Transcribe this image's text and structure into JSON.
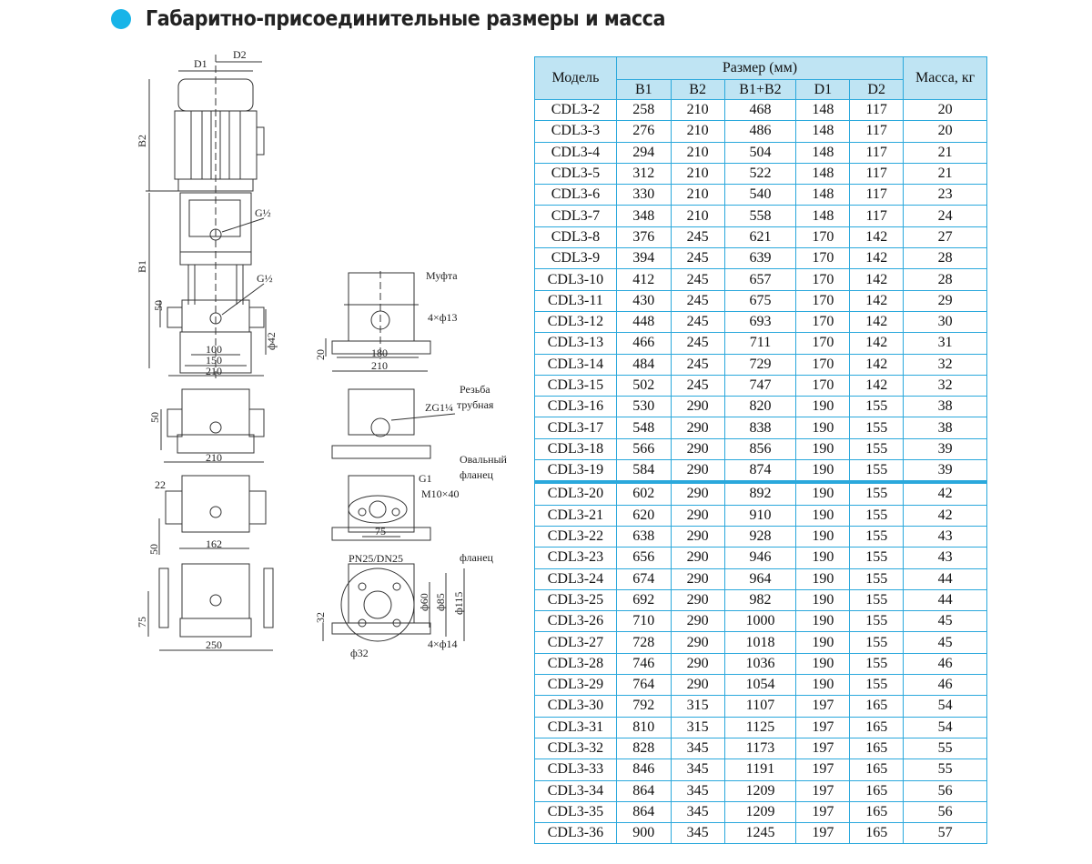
{
  "title": "Габаритно-присоединительные размеры и масса",
  "colors": {
    "accent": "#17b4e8",
    "table_border": "#2aa8dc",
    "header_bg": "#bfe4f3"
  },
  "drawing": {
    "labels": {
      "d1": "D1",
      "d2": "D2",
      "b2": "B2",
      "b1": "B1",
      "g_half_1": "G½",
      "g_half_2": "G½",
      "dim_50_a": "50",
      "dim_100": "100",
      "dim_150": "150",
      "dim_210_a": "210",
      "phi42": "ф42",
      "mufta": "Муфта",
      "holes_4x13": "4×ф13",
      "dim_20": "20",
      "dim_180": "180",
      "dim_210_b": "210",
      "dim_50_b": "50",
      "dim_210_c": "210",
      "rezba_1": "Резьба",
      "rezba_2": "трубная",
      "zg": "ZG1¼",
      "dim_22": "22",
      "dim_50_c": "50",
      "dim_162": "162",
      "oval_1": "Овальный",
      "oval_2": "фланец",
      "g1": "G1",
      "m10": "M10×40",
      "dim_75_a": "75",
      "dim_75_b": "75",
      "dim_250": "250",
      "pn": "PN25/DN25",
      "flanec": "фланец",
      "phi60": "ф60",
      "phi85": "ф85",
      "phi115": "ф115",
      "dim_32": "32",
      "phi32": "ф32",
      "holes_4x14": "4×ф14"
    }
  },
  "table": {
    "model_header": "Модель",
    "size_header": "Размер (мм)",
    "mass_header": "Масса, кг",
    "sub_headers": [
      "B1",
      "B2",
      "B1+B2",
      "D1",
      "D2"
    ],
    "rows": [
      [
        "CDL3-2",
        "258",
        "210",
        "468",
        "148",
        "117",
        "20"
      ],
      [
        "CDL3-3",
        "276",
        "210",
        "486",
        "148",
        "117",
        "20"
      ],
      [
        "CDL3-4",
        "294",
        "210",
        "504",
        "148",
        "117",
        "21"
      ],
      [
        "CDL3-5",
        "312",
        "210",
        "522",
        "148",
        "117",
        "21"
      ],
      [
        "CDL3-6",
        "330",
        "210",
        "540",
        "148",
        "117",
        "23"
      ],
      [
        "CDL3-7",
        "348",
        "210",
        "558",
        "148",
        "117",
        "24"
      ],
      [
        "CDL3-8",
        "376",
        "245",
        "621",
        "170",
        "142",
        "27"
      ],
      [
        "CDL3-9",
        "394",
        "245",
        "639",
        "170",
        "142",
        "28"
      ],
      [
        "CDL3-10",
        "412",
        "245",
        "657",
        "170",
        "142",
        "28"
      ],
      [
        "CDL3-11",
        "430",
        "245",
        "675",
        "170",
        "142",
        "29"
      ],
      [
        "CDL3-12",
        "448",
        "245",
        "693",
        "170",
        "142",
        "30"
      ],
      [
        "CDL3-13",
        "466",
        "245",
        "711",
        "170",
        "142",
        "31"
      ],
      [
        "CDL3-14",
        "484",
        "245",
        "729",
        "170",
        "142",
        "32"
      ],
      [
        "CDL3-15",
        "502",
        "245",
        "747",
        "170",
        "142",
        "32"
      ],
      [
        "CDL3-16",
        "530",
        "290",
        "820",
        "190",
        "155",
        "38"
      ],
      [
        "CDL3-17",
        "548",
        "290",
        "838",
        "190",
        "155",
        "38"
      ],
      [
        "CDL3-18",
        "566",
        "290",
        "856",
        "190",
        "155",
        "39"
      ],
      [
        "CDL3-19",
        "584",
        "290",
        "874",
        "190",
        "155",
        "39"
      ],
      [
        "CDL3-20",
        "602",
        "290",
        "892",
        "190",
        "155",
        "42"
      ],
      [
        "CDL3-21",
        "620",
        "290",
        "910",
        "190",
        "155",
        "42"
      ],
      [
        "CDL3-22",
        "638",
        "290",
        "928",
        "190",
        "155",
        "43"
      ],
      [
        "CDL3-23",
        "656",
        "290",
        "946",
        "190",
        "155",
        "43"
      ],
      [
        "CDL3-24",
        "674",
        "290",
        "964",
        "190",
        "155",
        "44"
      ],
      [
        "CDL3-25",
        "692",
        "290",
        "982",
        "190",
        "155",
        "44"
      ],
      [
        "CDL3-26",
        "710",
        "290",
        "1000",
        "190",
        "155",
        "45"
      ],
      [
        "CDL3-27",
        "728",
        "290",
        "1018",
        "190",
        "155",
        "45"
      ],
      [
        "CDL3-28",
        "746",
        "290",
        "1036",
        "190",
        "155",
        "46"
      ],
      [
        "CDL3-29",
        "764",
        "290",
        "1054",
        "190",
        "155",
        "46"
      ],
      [
        "CDL3-30",
        "792",
        "315",
        "1107",
        "197",
        "165",
        "54"
      ],
      [
        "CDL3-31",
        "810",
        "315",
        "1125",
        "197",
        "165",
        "54"
      ],
      [
        "CDL3-32",
        "828",
        "345",
        "1173",
        "197",
        "165",
        "55"
      ],
      [
        "CDL3-33",
        "846",
        "345",
        "1191",
        "197",
        "165",
        "55"
      ],
      [
        "CDL3-34",
        "864",
        "345",
        "1209",
        "197",
        "165",
        "56"
      ],
      [
        "CDL3-35",
        "864",
        "345",
        "1209",
        "197",
        "165",
        "56"
      ],
      [
        "CDL3-36",
        "900",
        "345",
        "1245",
        "197",
        "165",
        "57"
      ]
    ]
  }
}
